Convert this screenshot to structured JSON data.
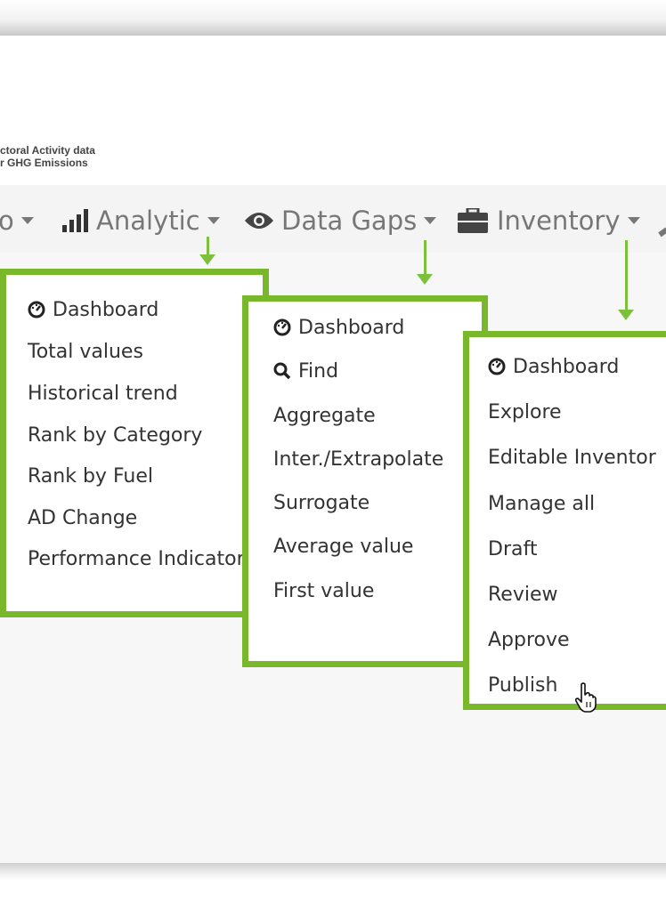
{
  "header": {
    "subtitle_line1": "ctoral Activity data",
    "subtitle_line2": "r GHG Emissions"
  },
  "navbar": {
    "items": [
      {
        "label": "o"
      },
      {
        "label": "Analytic"
      },
      {
        "label": "Data Gaps"
      },
      {
        "label": "Inventory"
      }
    ]
  },
  "menus": {
    "analytic": {
      "items": [
        {
          "label": "Dashboard",
          "icon": "dashboard-icon"
        },
        {
          "label": "Total values"
        },
        {
          "label": "Historical trend"
        },
        {
          "label": "Rank by Category"
        },
        {
          "label": "Rank by Fuel"
        },
        {
          "label": "AD Change"
        },
        {
          "label": "Performance Indicator"
        }
      ]
    },
    "data_gaps": {
      "items": [
        {
          "label": "Dashboard",
          "icon": "dashboard-icon"
        },
        {
          "label": "Find",
          "icon": "search-icon"
        },
        {
          "label": "Aggregate"
        },
        {
          "label": "Inter./Extrapolate"
        },
        {
          "label": "Surrogate"
        },
        {
          "label": "Average value"
        },
        {
          "label": "First value"
        }
      ]
    },
    "inventory": {
      "items": [
        {
          "label": "Dashboard",
          "icon": "dashboard-icon"
        },
        {
          "label": "Explore"
        },
        {
          "label": "Editable Inventor"
        },
        {
          "label": "Manage all"
        },
        {
          "label": "Draft"
        },
        {
          "label": "Review"
        },
        {
          "label": "Approve"
        },
        {
          "label": "Publish"
        }
      ]
    }
  },
  "colors": {
    "highlight_border": "#78b82a",
    "arrow": "#7cc13c",
    "nav_text": "#777777",
    "menu_text": "#333333"
  }
}
